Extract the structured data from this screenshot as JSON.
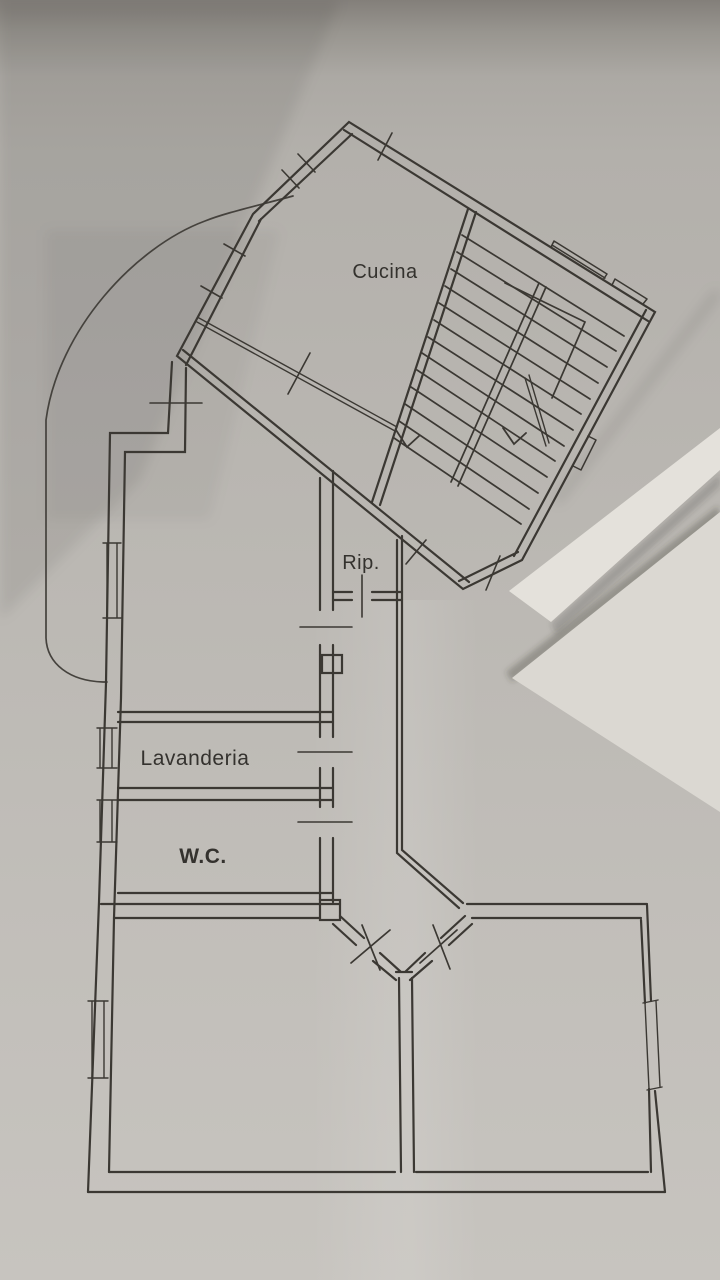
{
  "floor_plan": {
    "room_labels": {
      "kitchen": "Cucina",
      "storage": "Rip.",
      "laundry": "Lavanderia",
      "wc": "W.C."
    },
    "colors": {
      "paper": "#b8b5b0",
      "ink": "#3b3833",
      "overlay_sheet_bright": "#e4e1db",
      "overlay_sheet": "#dbd8d2"
    }
  }
}
